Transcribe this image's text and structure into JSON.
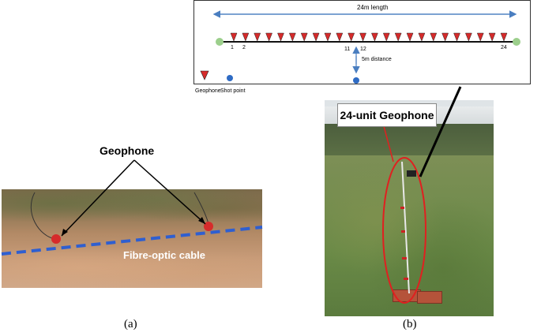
{
  "panel_a": {
    "geophone_label": "Geophone",
    "cable_label": "Fibre-optic cable",
    "caption": "(a)"
  },
  "panel_b": {
    "callout_label": "24-unit Geophone",
    "caption": "(b)"
  },
  "layout": {
    "length_label": "24m length",
    "distance_label": "5m distance",
    "geophone_numbers": [
      "1",
      "2",
      "11",
      "12",
      "24"
    ],
    "geophone_count": 24,
    "legend_geophone": "Geophone",
    "legend_shot": "Shot point"
  },
  "colors": {
    "geophone_red": "#d62b2b",
    "cable_blue": "#2f5fd0",
    "arrow_blue": "#4a7ec0",
    "shot_blue": "#2e6bc4",
    "end_green": "#9ccf8c",
    "callout_red": "#e02020"
  }
}
